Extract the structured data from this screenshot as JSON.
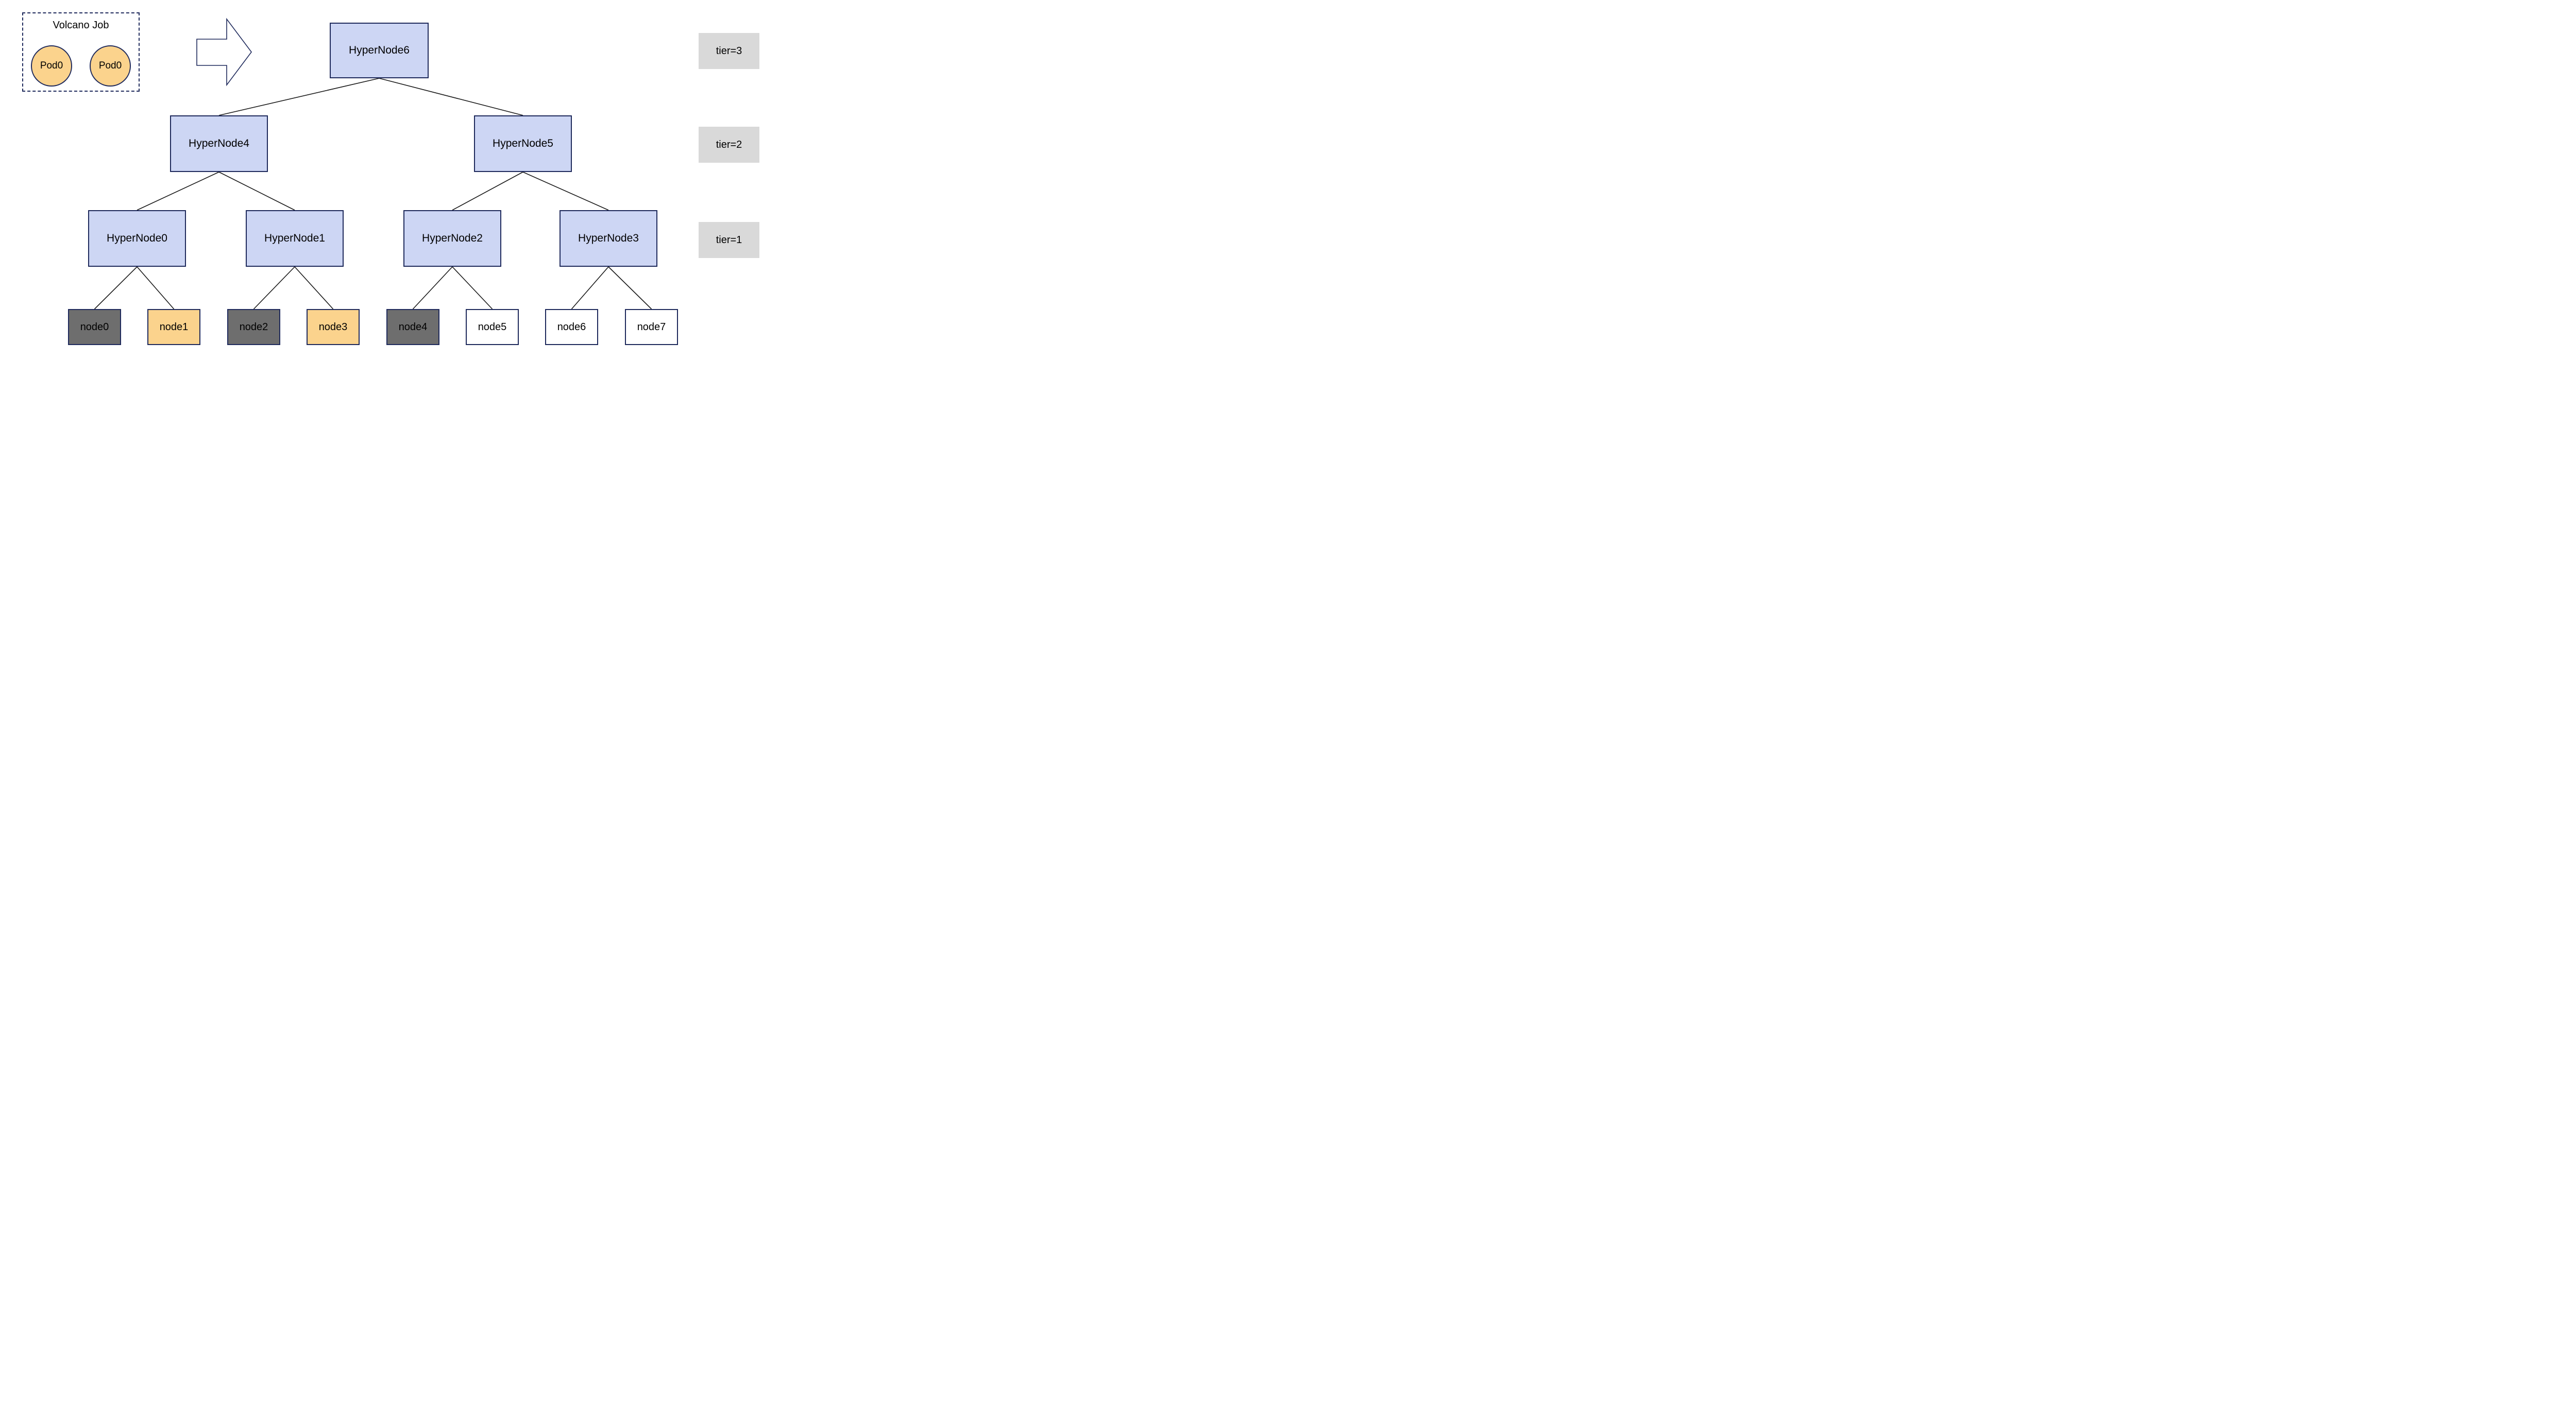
{
  "diagram": {
    "job_group": {
      "title": "Volcano Job",
      "pods": [
        {
          "label": "Pod0"
        },
        {
          "label": "Pod0"
        }
      ]
    },
    "arrow_icon": "right-block-arrow",
    "hypernodes": [
      {
        "id": "HyperNode6",
        "label": "HyperNode6",
        "tier": 3
      },
      {
        "id": "HyperNode4",
        "label": "HyperNode4",
        "tier": 2
      },
      {
        "id": "HyperNode5",
        "label": "HyperNode5",
        "tier": 2
      },
      {
        "id": "HyperNode0",
        "label": "HyperNode0",
        "tier": 1
      },
      {
        "id": "HyperNode1",
        "label": "HyperNode1",
        "tier": 1
      },
      {
        "id": "HyperNode2",
        "label": "HyperNode2",
        "tier": 1
      },
      {
        "id": "HyperNode3",
        "label": "HyperNode3",
        "tier": 1
      }
    ],
    "nodes": [
      {
        "label": "node0",
        "fill": "dark"
      },
      {
        "label": "node1",
        "fill": "orange"
      },
      {
        "label": "node2",
        "fill": "dark"
      },
      {
        "label": "node3",
        "fill": "orange"
      },
      {
        "label": "node4",
        "fill": "dark"
      },
      {
        "label": "node5",
        "fill": "white"
      },
      {
        "label": "node6",
        "fill": "white"
      },
      {
        "label": "node7",
        "fill": "white"
      }
    ],
    "tier_labels": [
      {
        "label": "tier=3"
      },
      {
        "label": "tier=2"
      },
      {
        "label": "tier=1"
      }
    ],
    "edges": [
      [
        "HyperNode6",
        "HyperNode4"
      ],
      [
        "HyperNode6",
        "HyperNode5"
      ],
      [
        "HyperNode4",
        "HyperNode0"
      ],
      [
        "HyperNode4",
        "HyperNode1"
      ],
      [
        "HyperNode5",
        "HyperNode2"
      ],
      [
        "HyperNode5",
        "HyperNode3"
      ],
      [
        "HyperNode0",
        "node0"
      ],
      [
        "HyperNode0",
        "node1"
      ],
      [
        "HyperNode1",
        "node2"
      ],
      [
        "HyperNode1",
        "node3"
      ],
      [
        "HyperNode2",
        "node4"
      ],
      [
        "HyperNode2",
        "node5"
      ],
      [
        "HyperNode3",
        "node6"
      ],
      [
        "HyperNode3",
        "node7"
      ]
    ],
    "colors": {
      "hypernode_fill": "#CDD6F4",
      "hypernode_border": "#1F2A5C",
      "pod_fill": "#FBD38D",
      "node_orange": "#FBD38D",
      "node_dark": "#6E6E6E",
      "node_white": "#FFFFFF",
      "tier_bg": "#D9D9D9",
      "edge_color": "#1A1A1A",
      "text_color": "#000000"
    }
  }
}
